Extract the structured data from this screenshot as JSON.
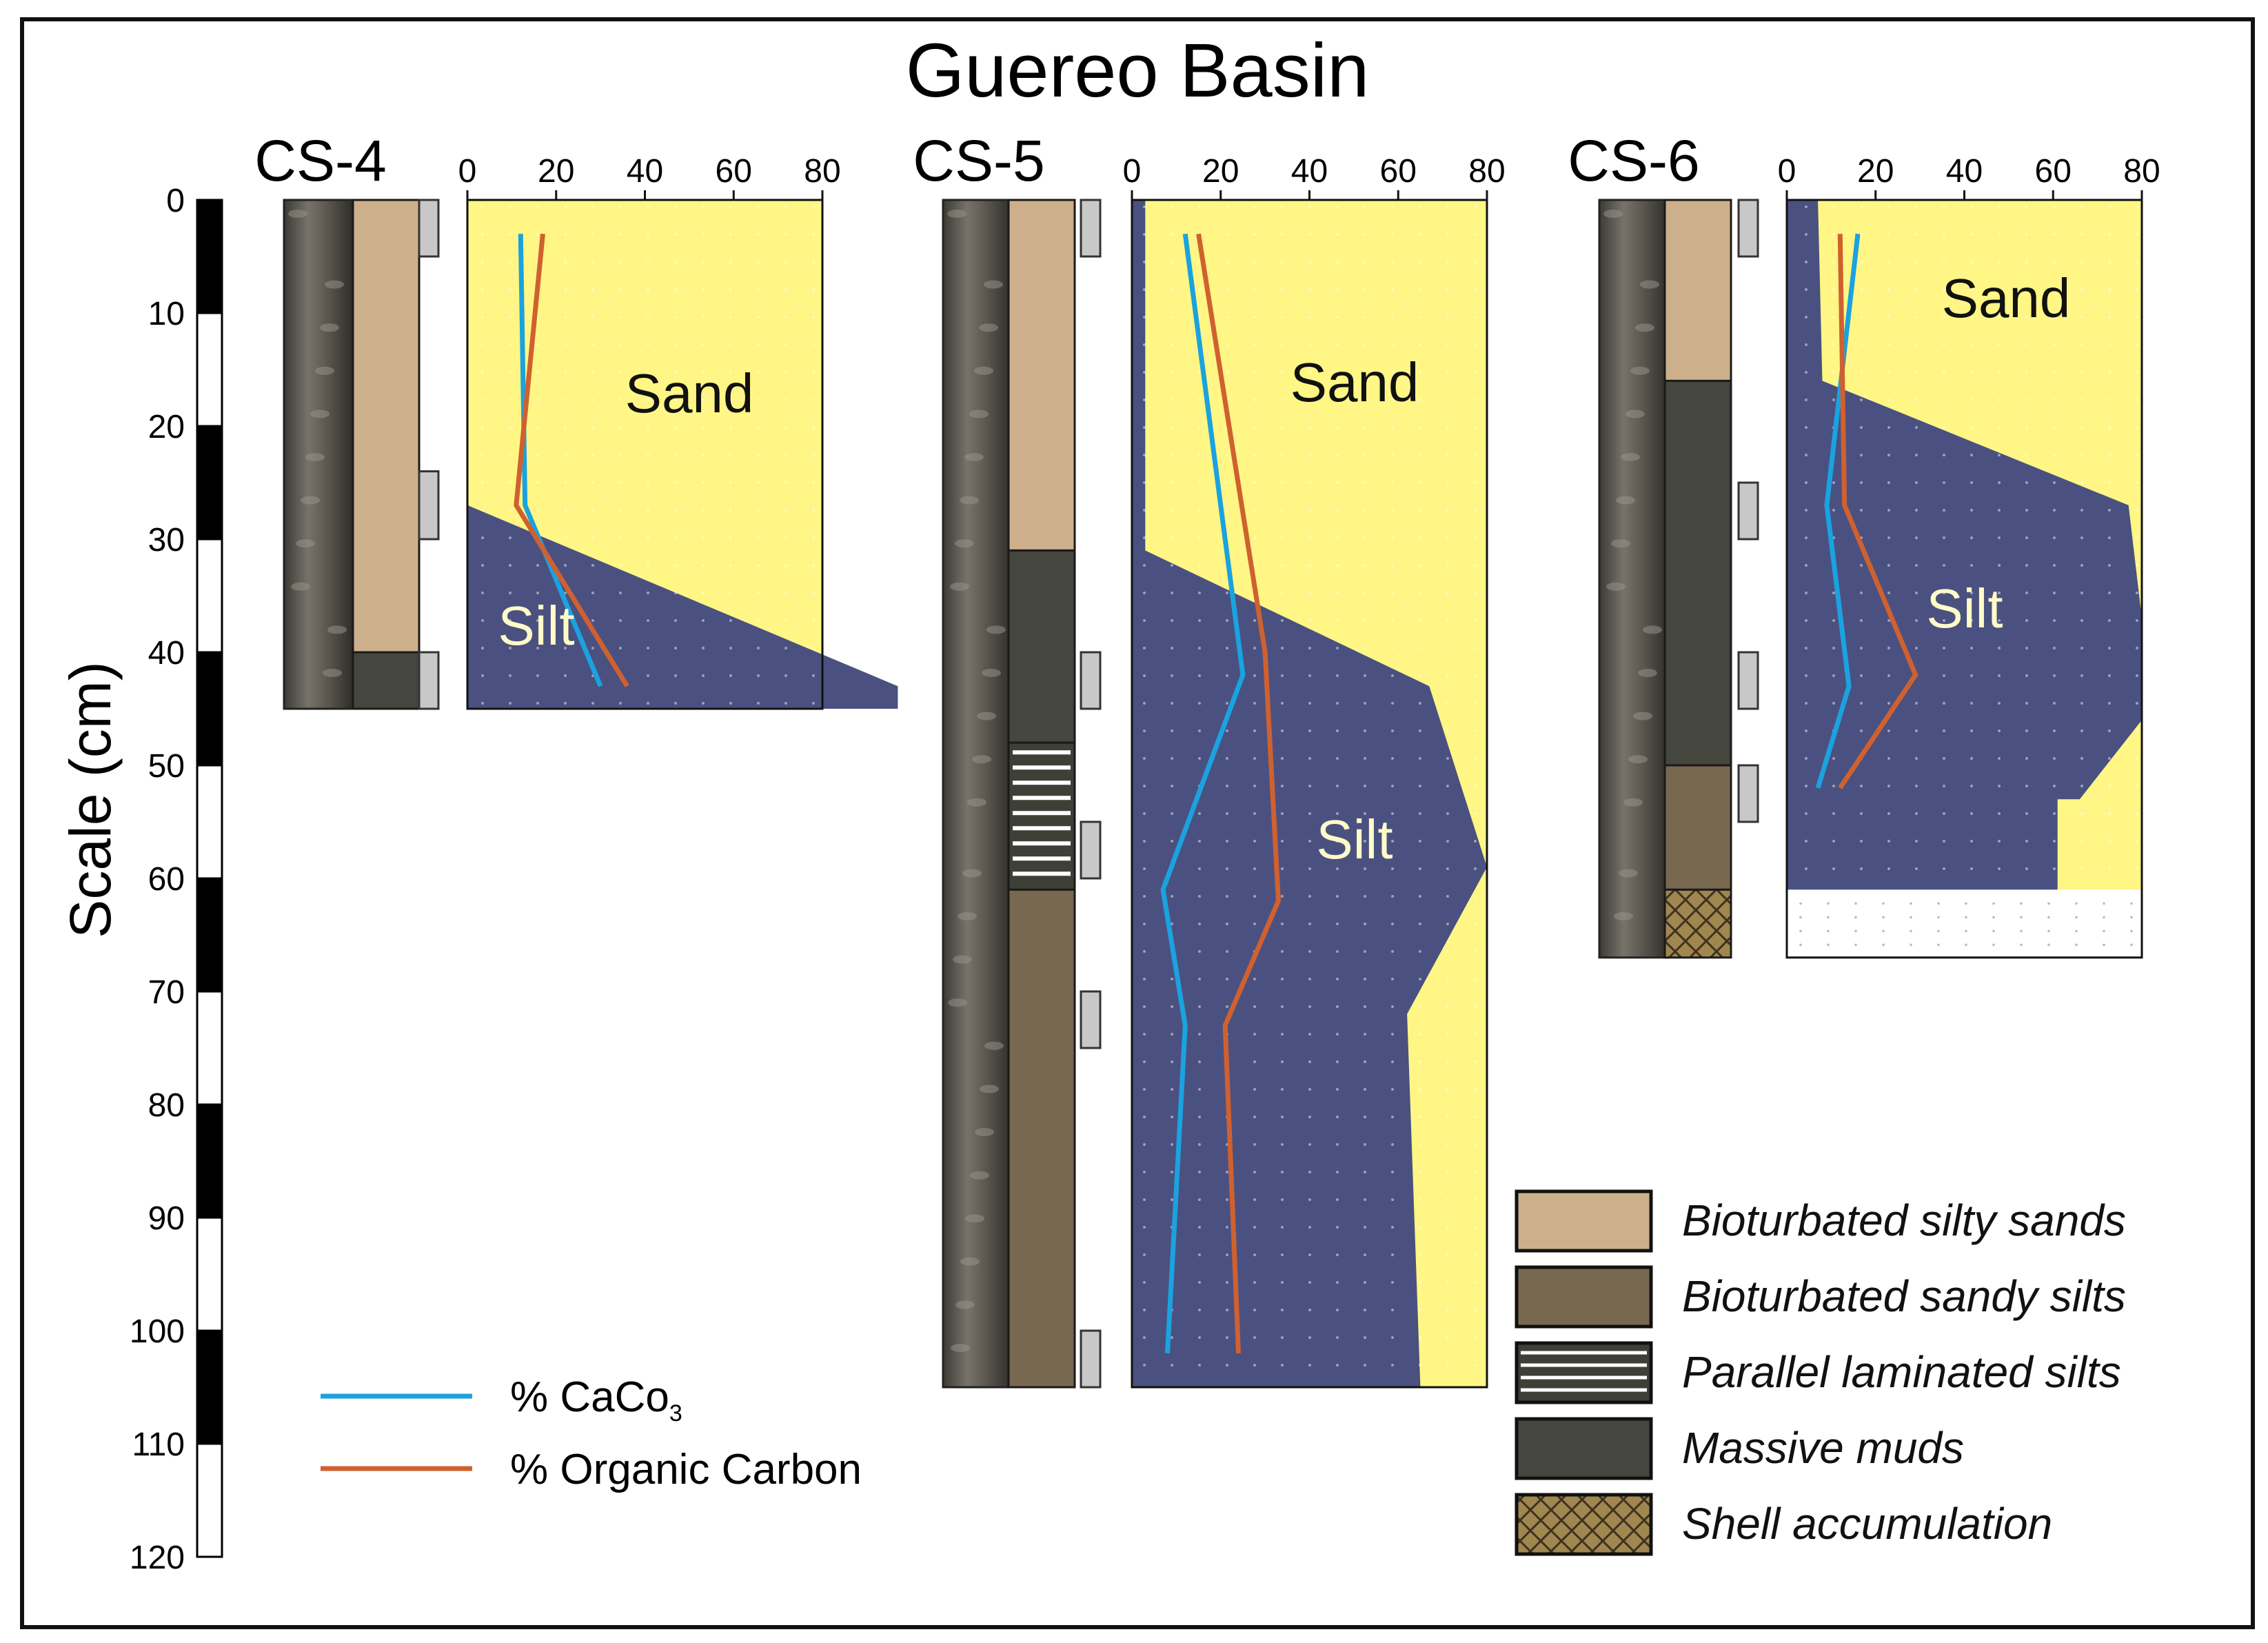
{
  "title": "Guereo Basin",
  "scale": {
    "label": "Scale (cm)",
    "ticks": [
      "0",
      "10",
      "20",
      "30",
      "40",
      "50",
      "60",
      "70",
      "80",
      "90",
      "100",
      "110",
      "120"
    ],
    "max": 120
  },
  "axis_ticks": [
    "0",
    "20",
    "40",
    "60",
    "80"
  ],
  "zone_labels": {
    "sand": "Sand",
    "silt": "Silt"
  },
  "colors": {
    "sand": "#fff685",
    "silt": "#4a5180",
    "caco3": "#1ba2df",
    "organic": "#cf6130",
    "silty_sands": "#cdb08b",
    "sandy_silts": "#786850",
    "massive_muds": "#45463d",
    "shell": "#a0874f",
    "sample_box": "#c8c8c8"
  },
  "legend": {
    "lines": [
      {
        "key": "caco3",
        "text": "% CaCo",
        "sub": "3"
      },
      {
        "key": "organic",
        "text": "% Organic Carbon",
        "sub": ""
      }
    ],
    "lithology": [
      {
        "key": "silty_sands",
        "label": "Bioturbated silty sands"
      },
      {
        "key": "sandy_silts",
        "label": "Bioturbated sandy silts"
      },
      {
        "key": "laminated",
        "label": "Parallel laminated silts"
      },
      {
        "key": "massive_muds",
        "label": "Massive muds"
      },
      {
        "key": "shell",
        "label": "Shell accumulation"
      }
    ]
  },
  "cores": [
    {
      "name": "CS-4",
      "length": 45,
      "lithology": [
        {
          "type": "silty_sands",
          "top": 0,
          "bottom": 40
        },
        {
          "type": "massive_muds",
          "top": 40,
          "bottom": 45
        }
      ],
      "samples": [
        [
          0,
          5
        ],
        [
          24,
          30
        ],
        [
          40,
          45
        ]
      ],
      "silt_boundary": [
        [
          0,
          0
        ],
        [
          2,
          0
        ],
        [
          1,
          27
        ],
        [
          0,
          27
        ]
      ],
      "silt_region": [
        [
          0,
          27
        ],
        [
          0,
          45
        ],
        [
          97,
          45
        ],
        [
          97,
          43
        ]
      ],
      "chart_data": {
        "type": "area",
        "xlim": [
          0,
          80
        ],
        "ylim": [
          0,
          45
        ],
        "silt_depth_profile": [
          [
            0,
            0
          ],
          [
            2,
            27
          ],
          [
            97,
            43
          ]
        ],
        "series": [
          {
            "key": "caco3",
            "points": [
              [
                12,
                3
              ],
              [
                13,
                27
              ],
              [
                30,
                43
              ]
            ]
          },
          {
            "key": "organic",
            "points": [
              [
                17,
                3
              ],
              [
                11,
                27
              ],
              [
                36,
                43
              ]
            ]
          }
        ]
      }
    },
    {
      "name": "CS-5",
      "length": 105,
      "lithology": [
        {
          "type": "silty_sands",
          "top": 0,
          "bottom": 31
        },
        {
          "type": "massive_muds",
          "top": 31,
          "bottom": 48
        },
        {
          "type": "laminated",
          "top": 48,
          "bottom": 61
        },
        {
          "type": "sandy_silts",
          "top": 61,
          "bottom": 105
        }
      ],
      "samples": [
        [
          0,
          5
        ],
        [
          40,
          45
        ],
        [
          55,
          60
        ],
        [
          70,
          75
        ],
        [
          100,
          105
        ]
      ],
      "silt_region": [
        [
          0,
          0
        ],
        [
          3,
          0
        ],
        [
          3,
          31
        ],
        [
          67,
          43
        ],
        [
          80,
          59
        ],
        [
          62,
          72
        ],
        [
          65,
          105
        ],
        [
          0,
          105
        ]
      ],
      "chart_data": {
        "type": "area",
        "xlim": [
          0,
          80
        ],
        "ylim": [
          0,
          105
        ],
        "series": [
          {
            "key": "caco3",
            "points": [
              [
                12,
                3
              ],
              [
                25,
                42
              ],
              [
                7,
                61
              ],
              [
                12,
                73
              ],
              [
                8,
                102
              ]
            ]
          },
          {
            "key": "organic",
            "points": [
              [
                15,
                3
              ],
              [
                30,
                40
              ],
              [
                33,
                62
              ],
              [
                21,
                73
              ],
              [
                24,
                102
              ]
            ]
          }
        ]
      }
    },
    {
      "name": "CS-6",
      "length": 67,
      "lithology": [
        {
          "type": "silty_sands",
          "top": 0,
          "bottom": 16
        },
        {
          "type": "massive_muds",
          "top": 16,
          "bottom": 50
        },
        {
          "type": "sandy_silts",
          "top": 50,
          "bottom": 61
        },
        {
          "type": "shell",
          "top": 61,
          "bottom": 67
        }
      ],
      "samples": [
        [
          0,
          5
        ],
        [
          25,
          30
        ],
        [
          40,
          45
        ],
        [
          50,
          55
        ]
      ],
      "silt_region": [
        [
          0,
          0
        ],
        [
          7,
          0
        ],
        [
          8,
          16
        ],
        [
          77,
          27
        ],
        [
          80,
          37
        ],
        [
          80,
          46
        ],
        [
          66,
          53
        ],
        [
          61,
          53
        ],
        [
          61,
          61
        ],
        [
          0,
          61
        ]
      ],
      "blank_below": 61,
      "chart_data": {
        "type": "area",
        "xlim": [
          0,
          80
        ],
        "ylim": [
          0,
          67
        ],
        "series": [
          {
            "key": "caco3",
            "points": [
              [
                16,
                3
              ],
              [
                9,
                27
              ],
              [
                14,
                43
              ],
              [
                7,
                52
              ]
            ]
          },
          {
            "key": "organic",
            "points": [
              [
                12,
                3
              ],
              [
                13,
                27
              ],
              [
                29,
                42
              ],
              [
                12,
                52
              ]
            ]
          }
        ]
      }
    }
  ]
}
